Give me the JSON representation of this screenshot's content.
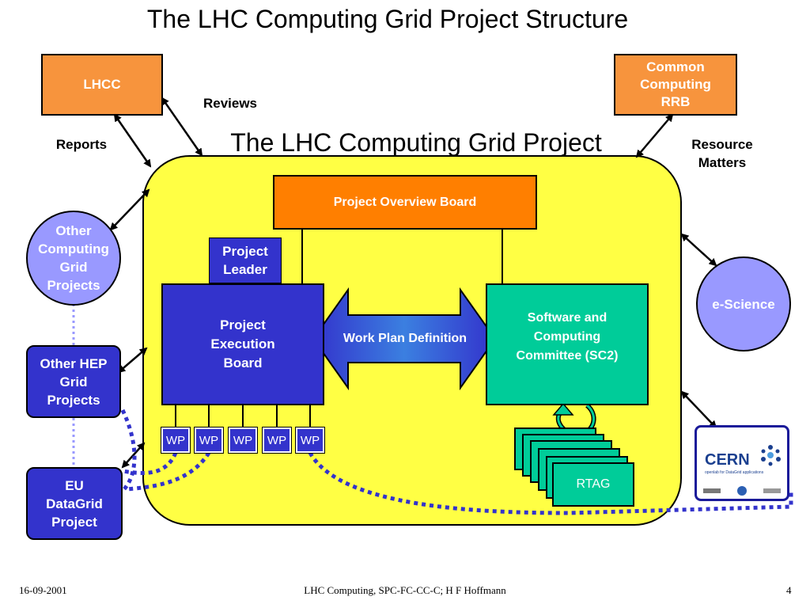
{
  "title": "The LHC Computing Grid Project Structure",
  "subtitle": "The LHC Computing Grid Project",
  "lhcc": "LHCC",
  "rrb": "Common Computing RRB",
  "labels": {
    "reviews": "Reviews",
    "reports": "Reports",
    "resource": "Resource Matters"
  },
  "left_nodes": {
    "other_computing": "Other Computing Grid Projects",
    "other_hep": "Other HEP Grid Projects",
    "eu_datagrid": "EU DataGrid Project"
  },
  "right_nodes": {
    "escience": "e-Science",
    "cern_logo": "CERN",
    "cern_logo_sub": "openlab for DataGrid applications"
  },
  "inner": {
    "pob": "Project Overview Board",
    "leader": "Project Leader",
    "peb": "Project Execution Board",
    "work_plan": "Work Plan Definition",
    "sc2": "Software and Computing Committee (SC2)",
    "rtag": "RTAG",
    "wp": [
      "WP",
      "WP",
      "WP",
      "WP",
      "WP"
    ]
  },
  "colors": {
    "orange": "#f7943d",
    "pob_orange": "#ff7f00",
    "yellow": "#ffff44",
    "dark_blue": "#3333cc",
    "green": "#00cc99",
    "light_purple": "#9999ff"
  },
  "footer": {
    "date": "16-09-2001",
    "center": "LHC Computing, SPC-FC-CC-C; H F Hoffmann",
    "page": "4"
  }
}
